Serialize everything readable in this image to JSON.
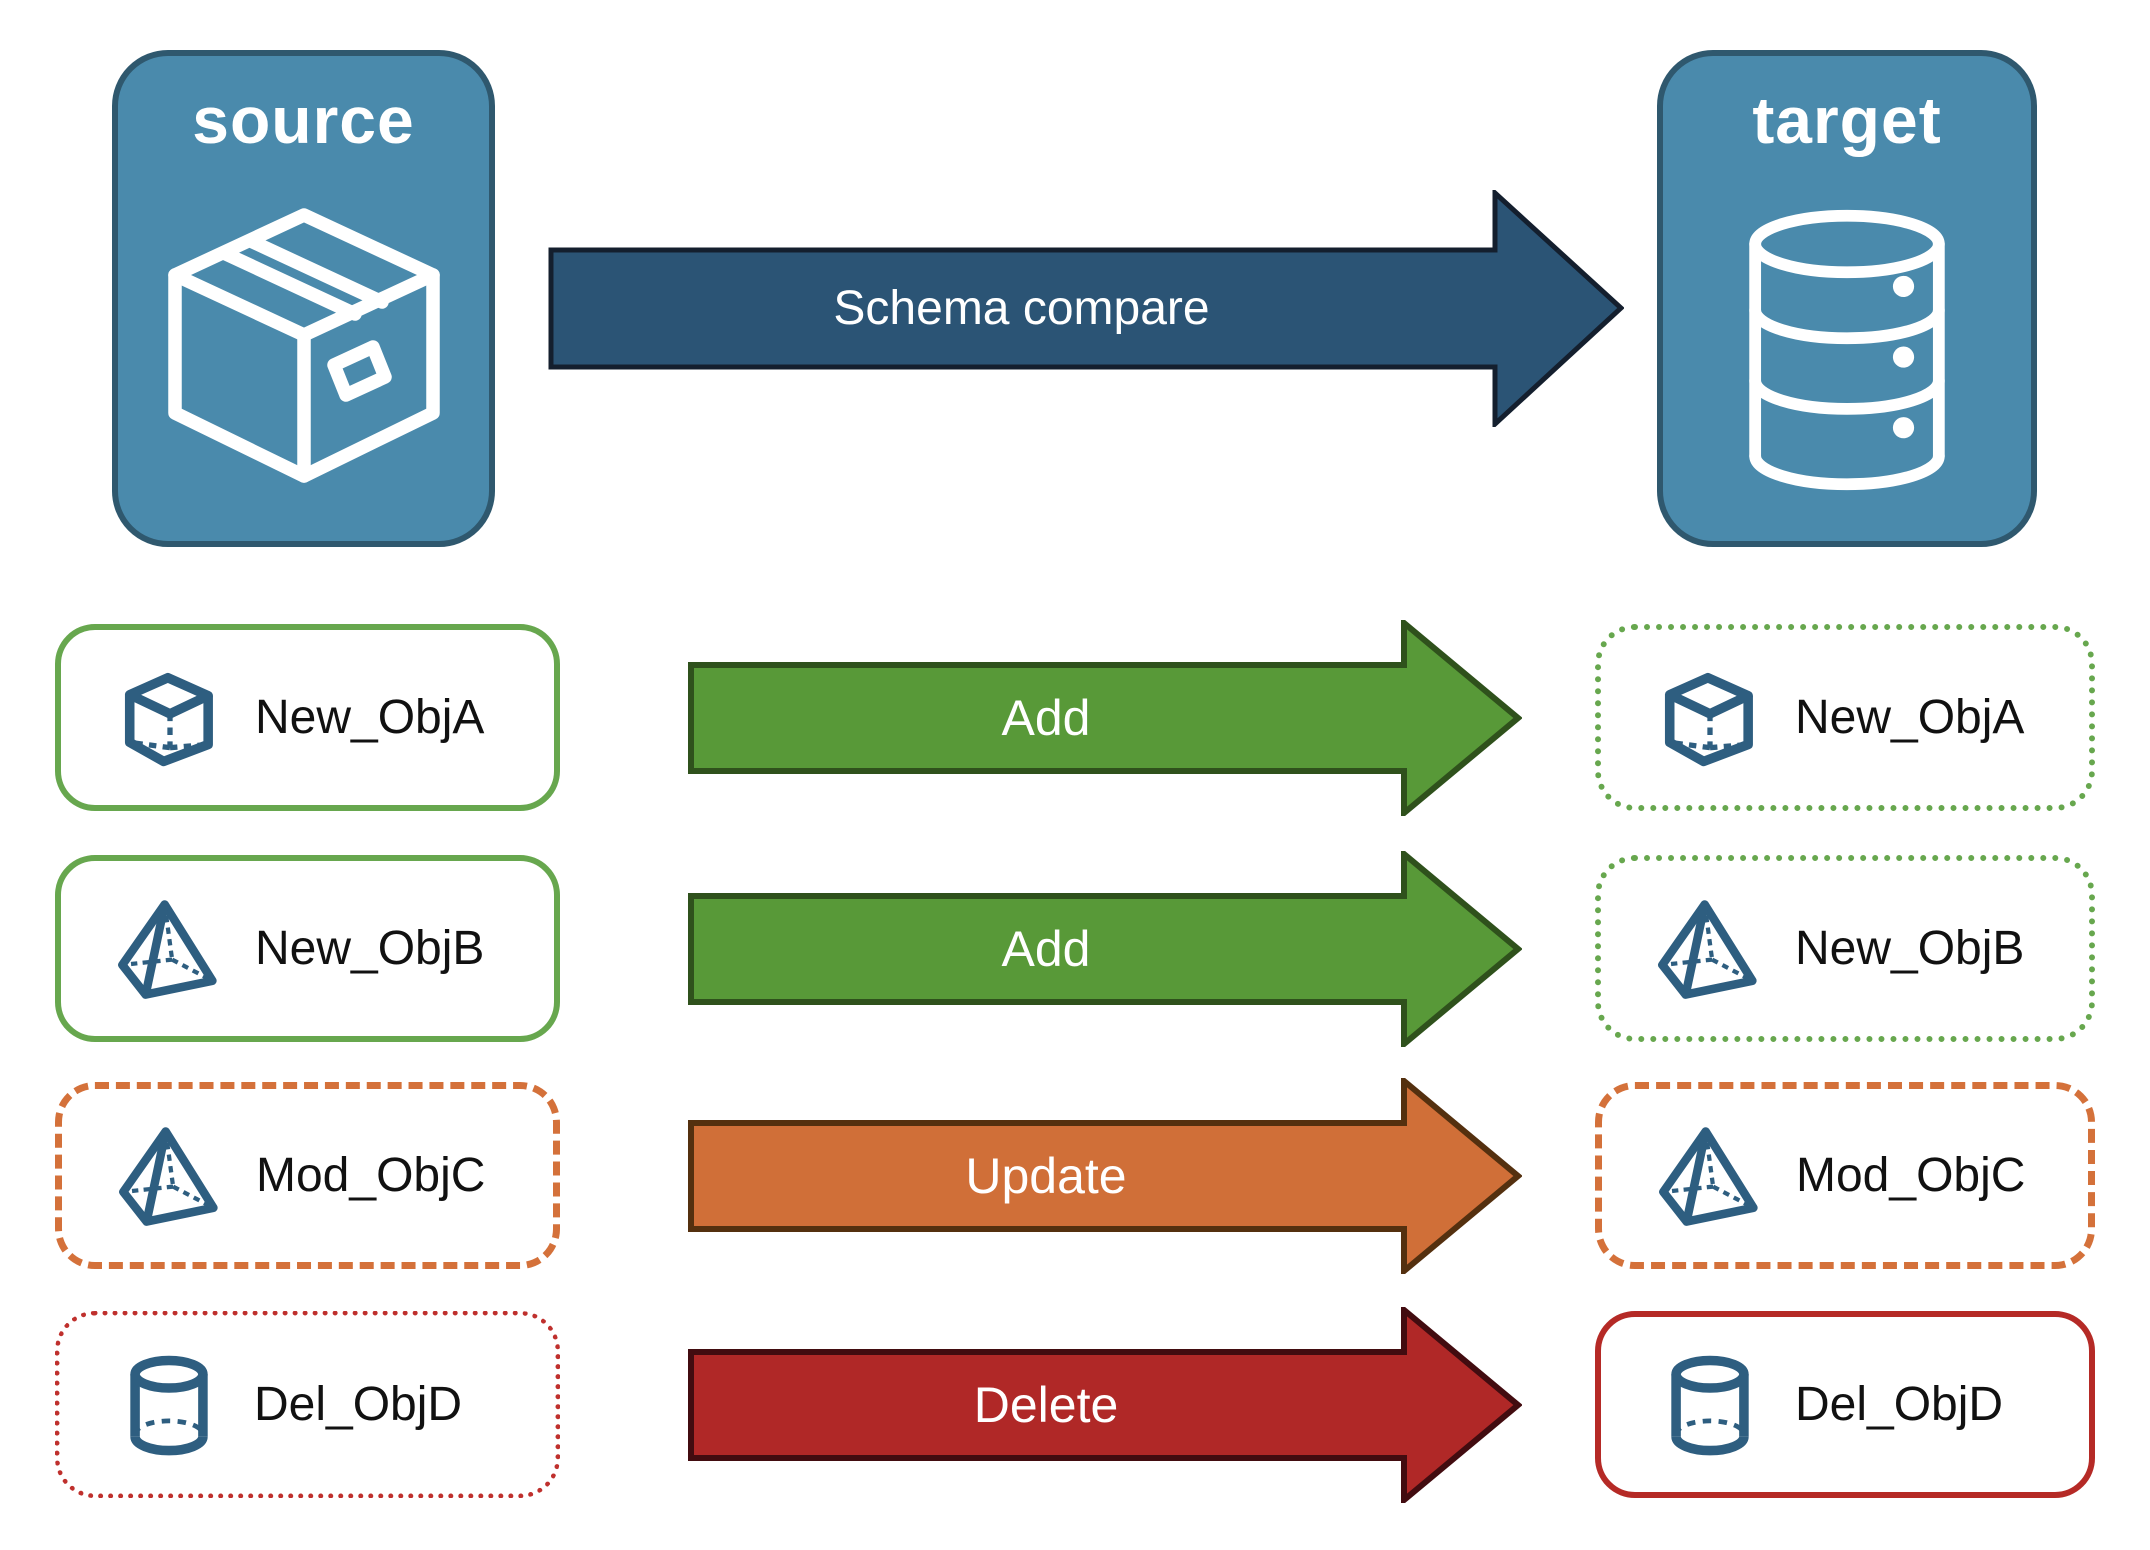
{
  "source_panel": {
    "label": "source",
    "icon": "package-box-icon",
    "fill": "#4a8aac",
    "border_color": "#2f586e"
  },
  "target_panel": {
    "label": "target",
    "icon": "database-icon",
    "fill": "#4a8aac",
    "border_color": "#2f586e"
  },
  "compare_arrow": {
    "label": "Schema compare",
    "fill": "#2b5475"
  },
  "icon_color": "#2e5e80",
  "rows": [
    {
      "left": {
        "label": "New_ObjA",
        "icon": "cube-icon",
        "border_style": "solid",
        "border_color": "#67a74e"
      },
      "arrow": {
        "label": "Add",
        "fill": "#589938"
      },
      "right": {
        "label": "New_ObjA",
        "icon": "cube-icon",
        "border_style": "dotted",
        "border_color": "#67a74e"
      }
    },
    {
      "left": {
        "label": "New_ObjB",
        "icon": "pyramid-icon",
        "border_style": "solid",
        "border_color": "#67a74e"
      },
      "arrow": {
        "label": "Add",
        "fill": "#589938"
      },
      "right": {
        "label": "New_ObjB",
        "icon": "pyramid-icon",
        "border_style": "dotted",
        "border_color": "#67a74e"
      }
    },
    {
      "left": {
        "label": "Mod_ObjC",
        "icon": "pyramid-icon",
        "border_style": "dashed",
        "border_color": "#d4713a"
      },
      "arrow": {
        "label": "Update",
        "fill": "#d06f38"
      },
      "right": {
        "label": "Mod_ObjC",
        "icon": "pyramid-icon",
        "border_style": "dashed",
        "border_color": "#d4713a"
      }
    },
    {
      "left": {
        "label": "Del_ObjD",
        "icon": "cylinder-icon",
        "border_style": "dotted",
        "border_color": "#bf302d"
      },
      "arrow": {
        "label": "Delete",
        "fill": "#b02827"
      },
      "right": {
        "label": "Del_ObjD",
        "icon": "cylinder-icon",
        "border_style": "solid",
        "border_color": "#b52a26"
      }
    }
  ]
}
